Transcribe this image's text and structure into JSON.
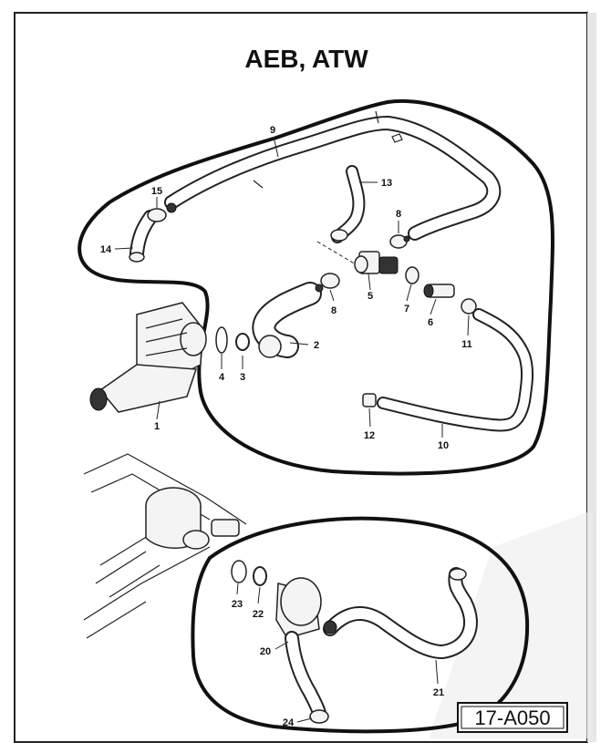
{
  "title": "AEB, ATW",
  "figure_id": "17-A050",
  "callouts": [
    {
      "id": "c1",
      "label": "1"
    },
    {
      "id": "c2",
      "label": "2"
    },
    {
      "id": "c3",
      "label": "3"
    },
    {
      "id": "c4",
      "label": "4"
    },
    {
      "id": "c5",
      "label": "5"
    },
    {
      "id": "c6",
      "label": "6"
    },
    {
      "id": "c7",
      "label": "7"
    },
    {
      "id": "c8a",
      "label": "8"
    },
    {
      "id": "c8b",
      "label": "8"
    },
    {
      "id": "c9",
      "label": "9"
    },
    {
      "id": "c10",
      "label": "10"
    },
    {
      "id": "c11",
      "label": "11"
    },
    {
      "id": "c12",
      "label": "12"
    },
    {
      "id": "c13",
      "label": "13"
    },
    {
      "id": "c14",
      "label": "14"
    },
    {
      "id": "c15",
      "label": "15"
    },
    {
      "id": "c20",
      "label": "20"
    },
    {
      "id": "c21",
      "label": "21"
    },
    {
      "id": "c22",
      "label": "22"
    },
    {
      "id": "c23",
      "label": "23"
    },
    {
      "id": "c24",
      "label": "24"
    }
  ]
}
